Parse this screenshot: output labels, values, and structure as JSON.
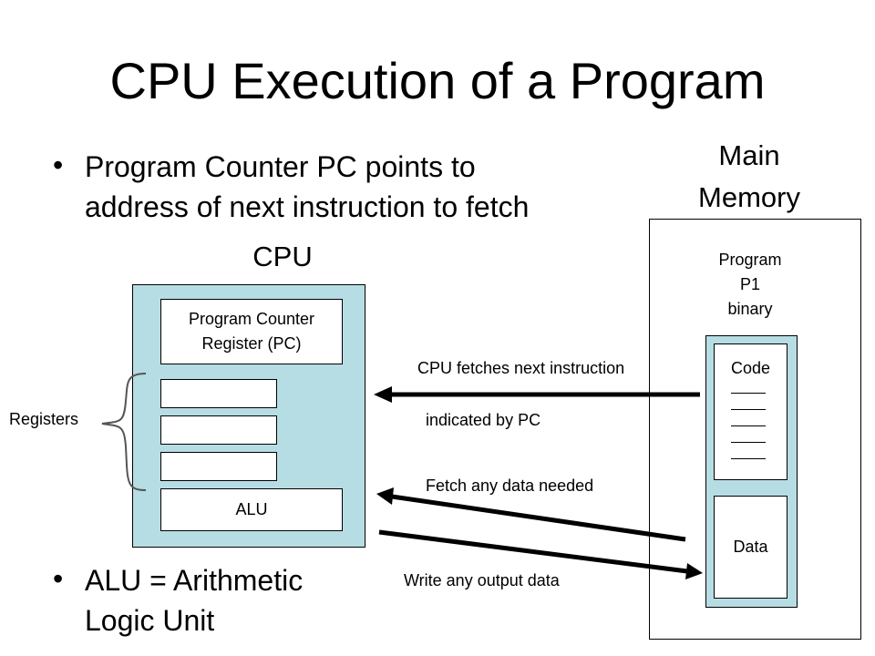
{
  "title": "CPU Execution of a Program",
  "bullets": [
    {
      "line1": "Program Counter PC points to",
      "line2": "address of next instruction to fetch"
    },
    {
      "line1": "ALU = Arithmetic",
      "line2": "Logic Unit"
    }
  ],
  "bullet_glyph": "•",
  "cpu": {
    "label": "CPU",
    "pc_line1": "Program Counter",
    "pc_line2": "Register (PC)",
    "alu": "ALU",
    "registers_label": "Registers"
  },
  "memory": {
    "label_line1": "Main",
    "label_line2": "Memory",
    "program_line1": "Program",
    "program_line2": "P1",
    "program_line3": "binary",
    "code": "Code",
    "data": "Data"
  },
  "arrows": {
    "fetch_instr_line1": "CPU fetches next instruction",
    "fetch_instr_line2": "indicated by PC",
    "fetch_data": "Fetch any data needed",
    "write_data": "Write any output data"
  },
  "colors": {
    "cpu_fill": "#b7dde4",
    "memory_fill": "#ffffff"
  }
}
